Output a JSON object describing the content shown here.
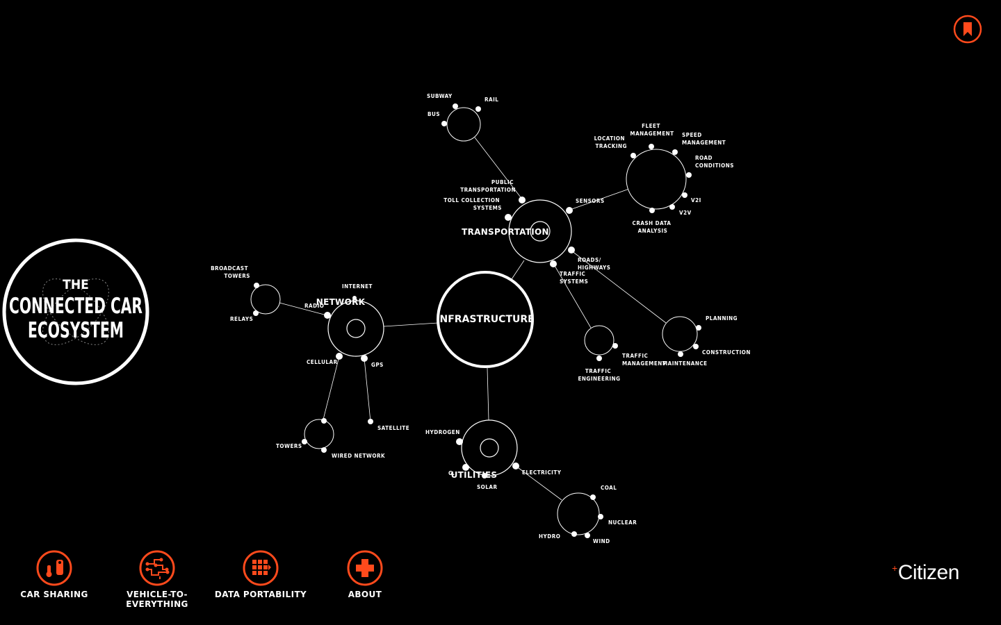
{
  "logo": {
    "line1": "THE",
    "line2": "CONNECTED CAR",
    "line3": "ECOSYSTEM"
  },
  "bookmark": {
    "icon": "bookmark-icon"
  },
  "colors": {
    "accent": "#ff4a1c",
    "line": "#ffffff",
    "background": "#000000"
  },
  "center": {
    "label": "INFRASTRUCTURE"
  },
  "hubs": {
    "transportation": "TRANSPORTATION",
    "network": "NETWORK",
    "utilities": "UTILITIES"
  },
  "labels": {
    "subway": "SUBWAY",
    "rail": "RAIL",
    "bus": "BUS",
    "public_transportation": [
      "PUBLIC",
      "TRANSPORTATION"
    ],
    "toll": [
      "TOLL COLLECTION",
      "SYSTEMS"
    ],
    "sensors": "SENSORS",
    "location": [
      "LOCATION",
      "TRACKING"
    ],
    "fleet": [
      "FLEET",
      "MANAGEMENT"
    ],
    "speed": [
      "SPEED",
      "MANAGEMENT"
    ],
    "road_conditions": [
      "ROAD",
      "CONDITIONS"
    ],
    "v2i": "V2I",
    "v2v": "V2V",
    "crash": [
      "CRASH DATA",
      "ANALYSIS"
    ],
    "roads": [
      "ROADS/",
      "HIGHWAYS"
    ],
    "traffic_systems": [
      "TRAFFIC",
      "SYSTEMS"
    ],
    "planning": "PLANNING",
    "construction": "CONSTRUCTION",
    "maintenance": "MAINTENANCE",
    "traffic_mgmt": [
      "TRAFFIC",
      "MANAGEMENT"
    ],
    "traffic_eng": [
      "TRAFFIC",
      "ENGINEERING"
    ],
    "broadcast": [
      "BROADCAST",
      "TOWERS"
    ],
    "relays": "RELAYS",
    "radio": "RADIO",
    "internet": "INTERNET",
    "cellular": "CELLULAR",
    "gps": "GPS",
    "satellite": "SATELLITE",
    "towers": "TOWERS",
    "wired": "WIRED NETWORK",
    "hydrogen": "HYDROGEN",
    "g": "G.",
    "solar": "SOLAR",
    "electricity": "ELECTRICITY",
    "coal": "COAL",
    "nuclear": "NUCLEAR",
    "hydro": "HYDRO",
    "wind": "WIND"
  },
  "nav": [
    {
      "label": "CAR SHARING",
      "icon": "car-sharing-icon"
    },
    {
      "label": "VEHICLE-TO-EVERYTHING",
      "icon": "circuit-icon"
    },
    {
      "label": "DATA PORTABILITY",
      "icon": "grid-icon"
    },
    {
      "label": "ABOUT",
      "icon": "plus-icon"
    }
  ],
  "brand": {
    "plus": "+",
    "name": "Citizen"
  }
}
